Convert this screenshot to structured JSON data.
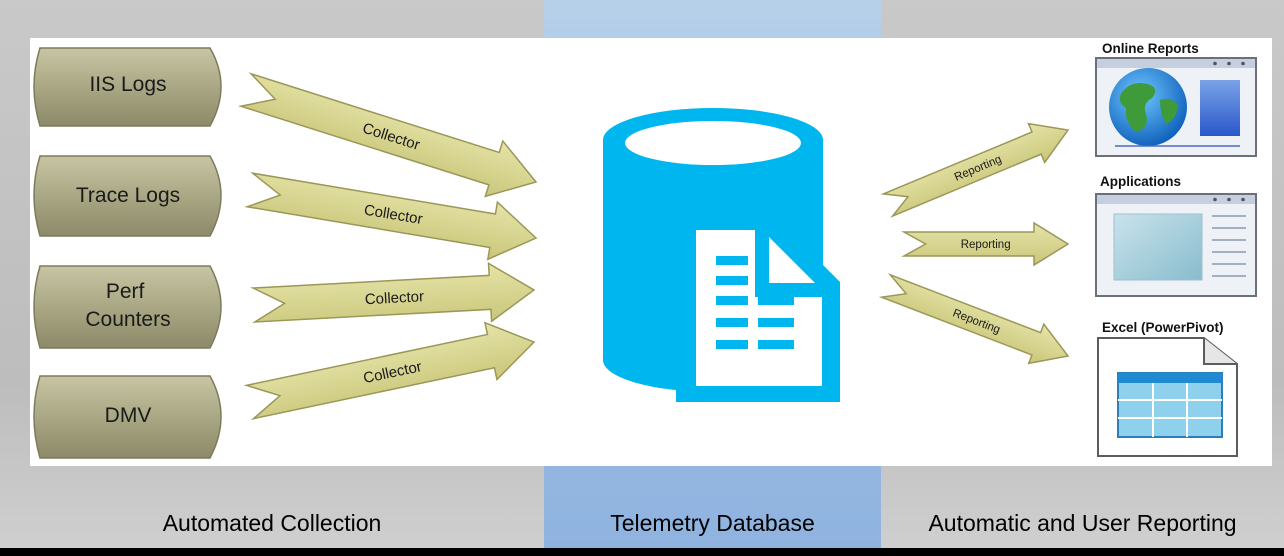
{
  "sources": [
    "IIS Logs",
    "Trace Logs",
    "Perf\nCounters",
    "DMV"
  ],
  "collector_label": "Collector",
  "reporting_label": "Reporting",
  "outputs": [
    "Online Reports",
    "Applications",
    "Excel (PowerPivot)"
  ],
  "sections": {
    "left": "Automated Collection",
    "middle": "Telemetry Database",
    "right": "Automatic and User Reporting"
  },
  "icons": {
    "database": "database-icon",
    "online_reports": "browser-globe-icon",
    "applications": "application-window-icon",
    "excel": "spreadsheet-document-icon"
  },
  "colors": {
    "source_shape": "#a8a684",
    "arrow": "#d6d48a",
    "database": "#00b6ee",
    "left_band": "#c4c4c4",
    "middle_band": "#9bbde4",
    "right_band": "#c4c4c4"
  }
}
